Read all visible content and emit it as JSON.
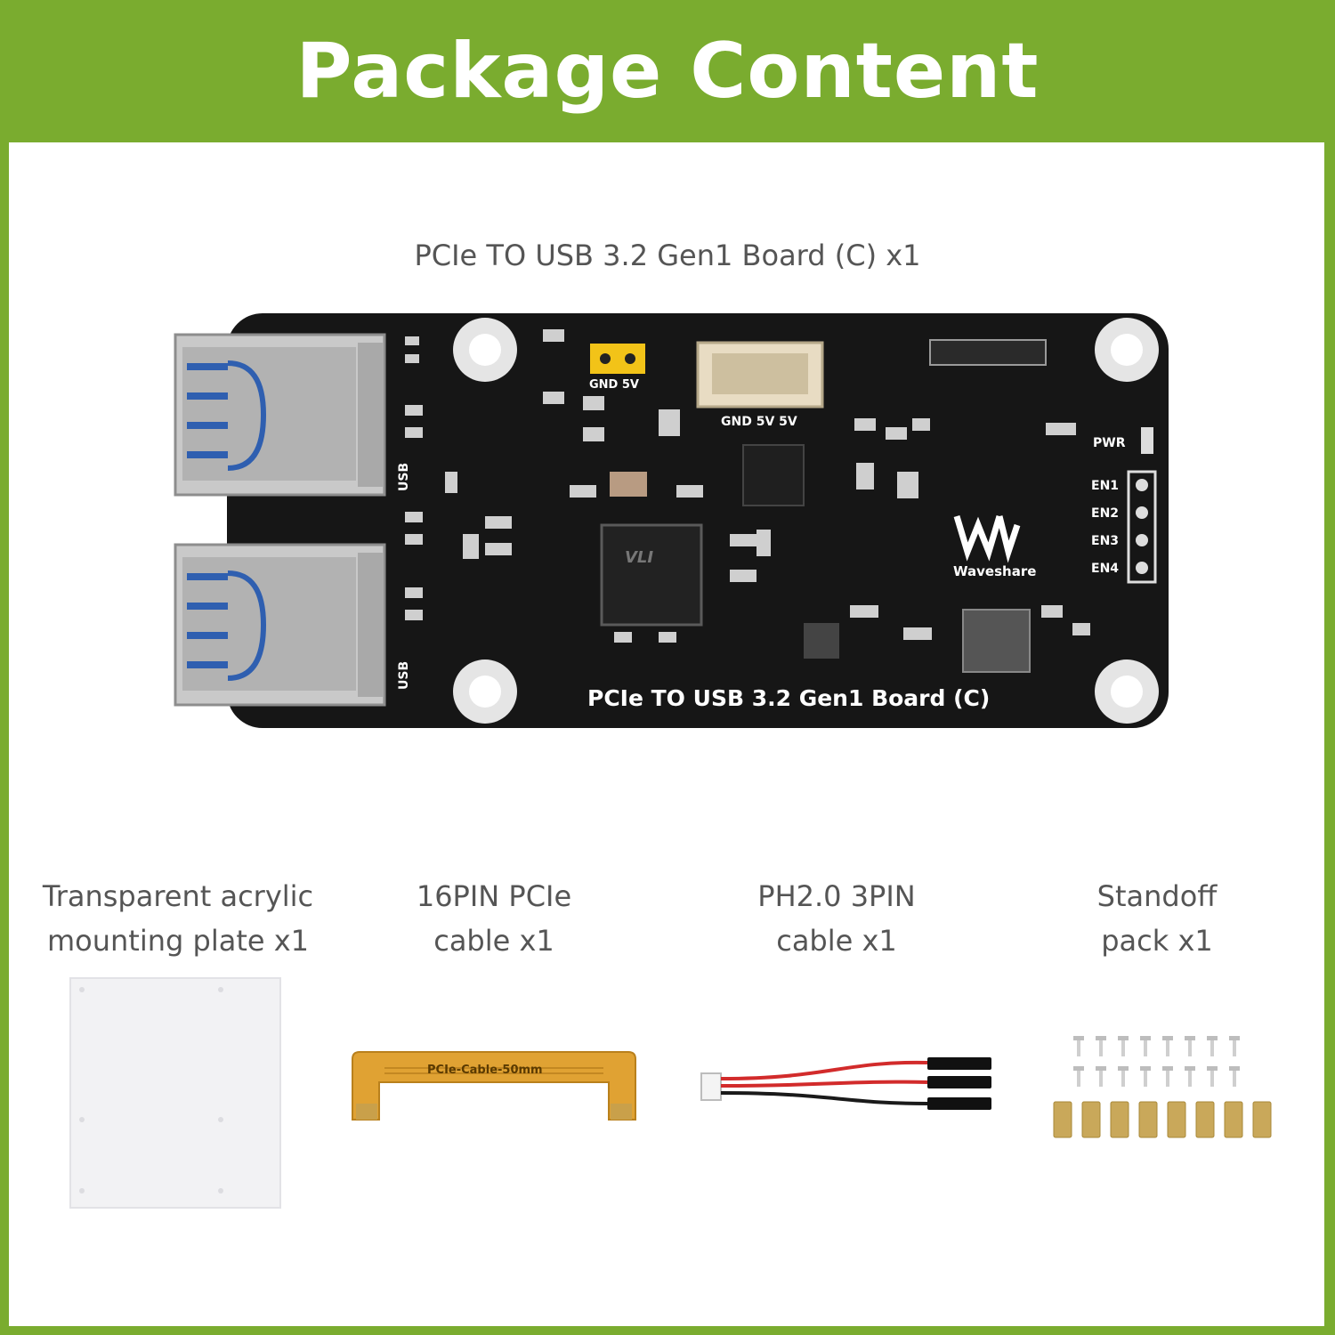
{
  "header": {
    "title": "Package Content"
  },
  "board": {
    "caption": "PCIe TO USB 3.2 Gen1 Board (C) x1",
    "silk_title": "PCIe TO USB 3.2 Gen1 Board (C)",
    "brand": "Waveshare",
    "jumper_label": "GND 5V",
    "connector_label": "GND 5V 5V",
    "pwr_label": "PWR",
    "usb_label": "USB",
    "chip_text": "VLI",
    "en_labels": [
      "EN1",
      "EN2",
      "EN3",
      "EN4"
    ]
  },
  "items": [
    {
      "line1": "Transparent acrylic",
      "line2": "mounting plate x1",
      "icon": "acrylic-plate"
    },
    {
      "line1": "16PIN PCIe",
      "line2": "cable x1",
      "icon": "fpc-cable",
      "cable_print": "PCIe-Cable-50mm"
    },
    {
      "line1": "PH2.0 3PIN",
      "line2": "cable x1",
      "icon": "jumper-cable"
    },
    {
      "line1": "Standoff",
      "line2": "pack x1",
      "icon": "standoffs"
    }
  ],
  "colors": {
    "background": "#7aac2f",
    "panel": "#ffffff",
    "board": "#161616",
    "caption": "#555555",
    "fpc": "#e0a233"
  }
}
